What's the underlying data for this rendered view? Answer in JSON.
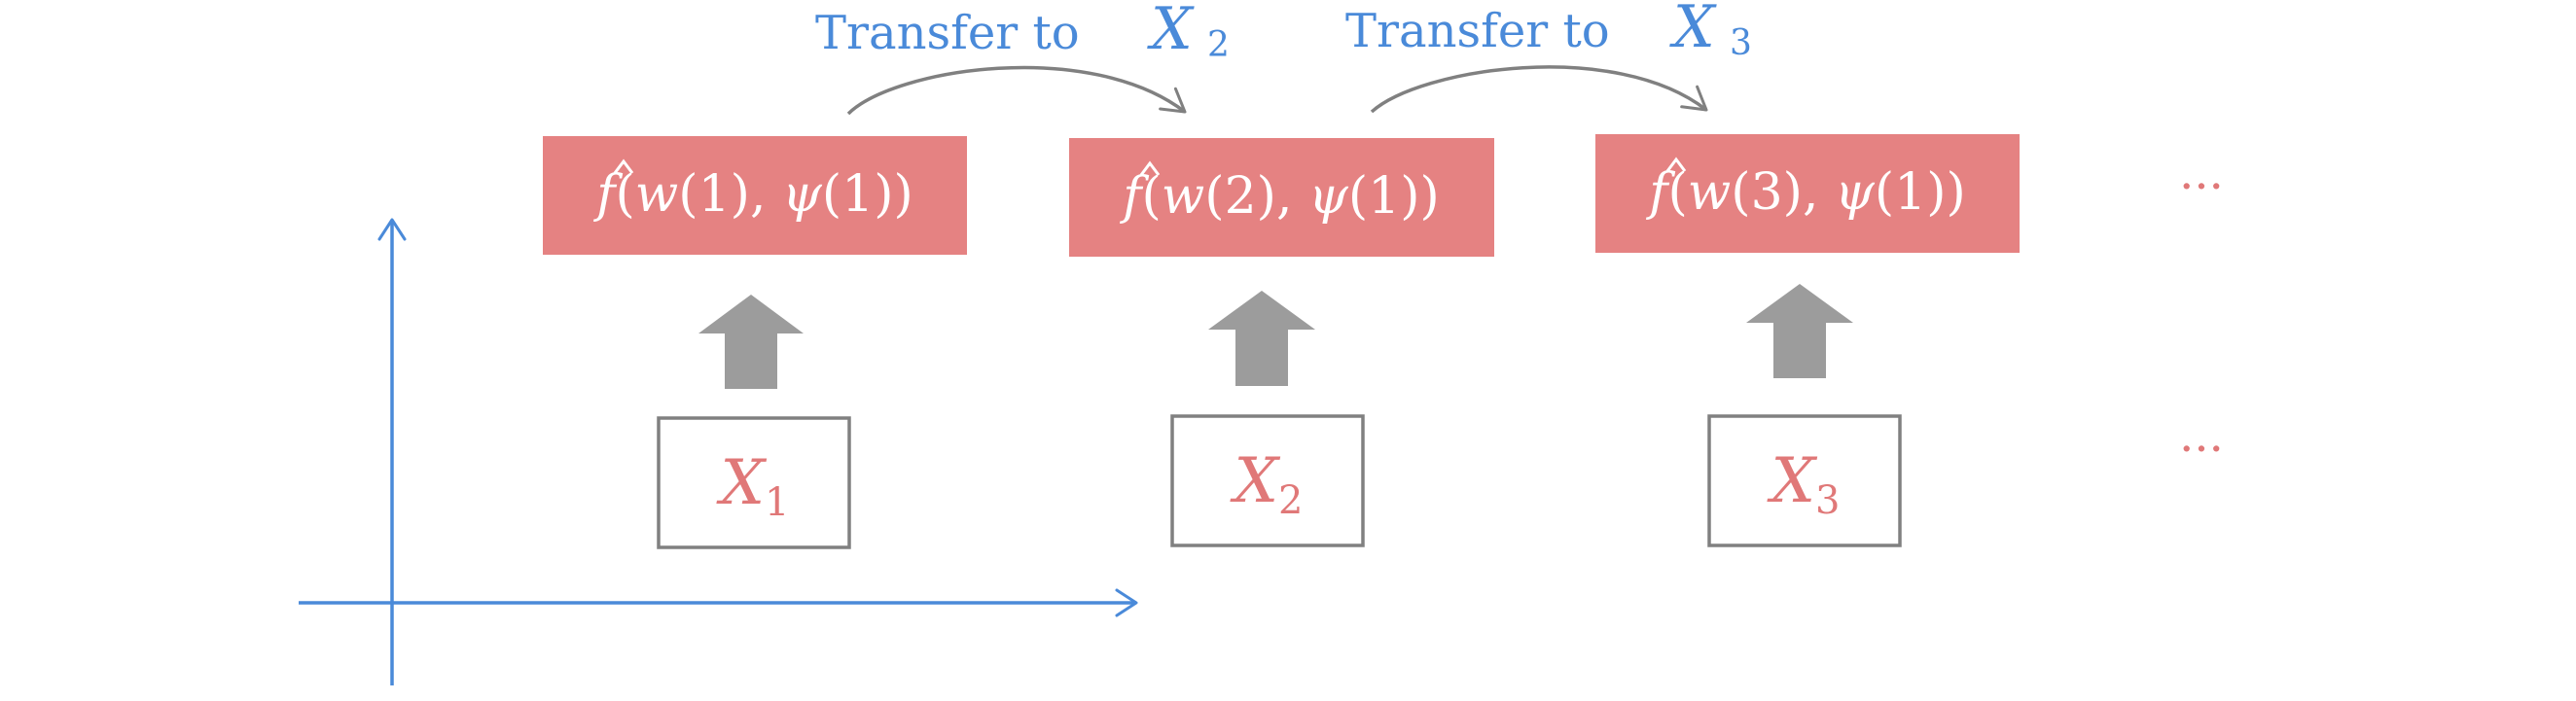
{
  "colors": {
    "accent_blue": "#4a8ad9",
    "block_fill": "#e58282",
    "block_text": "#ffffff",
    "dataset_text": "#e07878",
    "gray": "#808080",
    "arrow_gray": "#9c9c9c",
    "ellipsis": "#e07878"
  },
  "transfers": [
    {
      "label": "Transfer to",
      "symbol": "X",
      "subscript": "2"
    },
    {
      "label": "Transfer to",
      "symbol": "X",
      "subscript": "3"
    }
  ],
  "models": [
    {
      "fn": "f",
      "w_index": "1",
      "psi_index": "1"
    },
    {
      "fn": "f",
      "w_index": "2",
      "psi_index": "1"
    },
    {
      "fn": "f",
      "w_index": "3",
      "psi_index": "1"
    }
  ],
  "datasets": [
    {
      "symbol": "X",
      "subscript": "1"
    },
    {
      "symbol": "X",
      "subscript": "2"
    },
    {
      "symbol": "X",
      "subscript": "3"
    }
  ],
  "ellipsis": "···"
}
